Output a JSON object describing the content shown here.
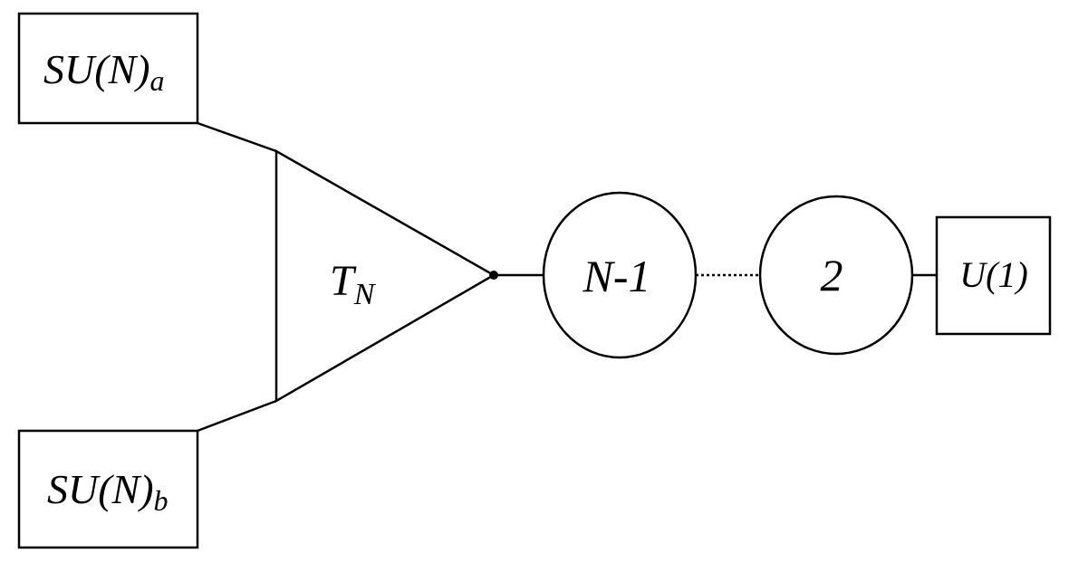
{
  "nodes": {
    "su_a": {
      "base": "SU(N)",
      "sub": "a"
    },
    "su_b": {
      "base": "SU(N)",
      "sub": "b"
    },
    "tn": {
      "base": "T",
      "sub": "N"
    },
    "gauge_n1": {
      "label": "N-1"
    },
    "gauge_2": {
      "label": "2"
    },
    "u1": {
      "label": "U(1)"
    }
  },
  "colors": {
    "line": "#000000",
    "background": "#ffffff"
  }
}
